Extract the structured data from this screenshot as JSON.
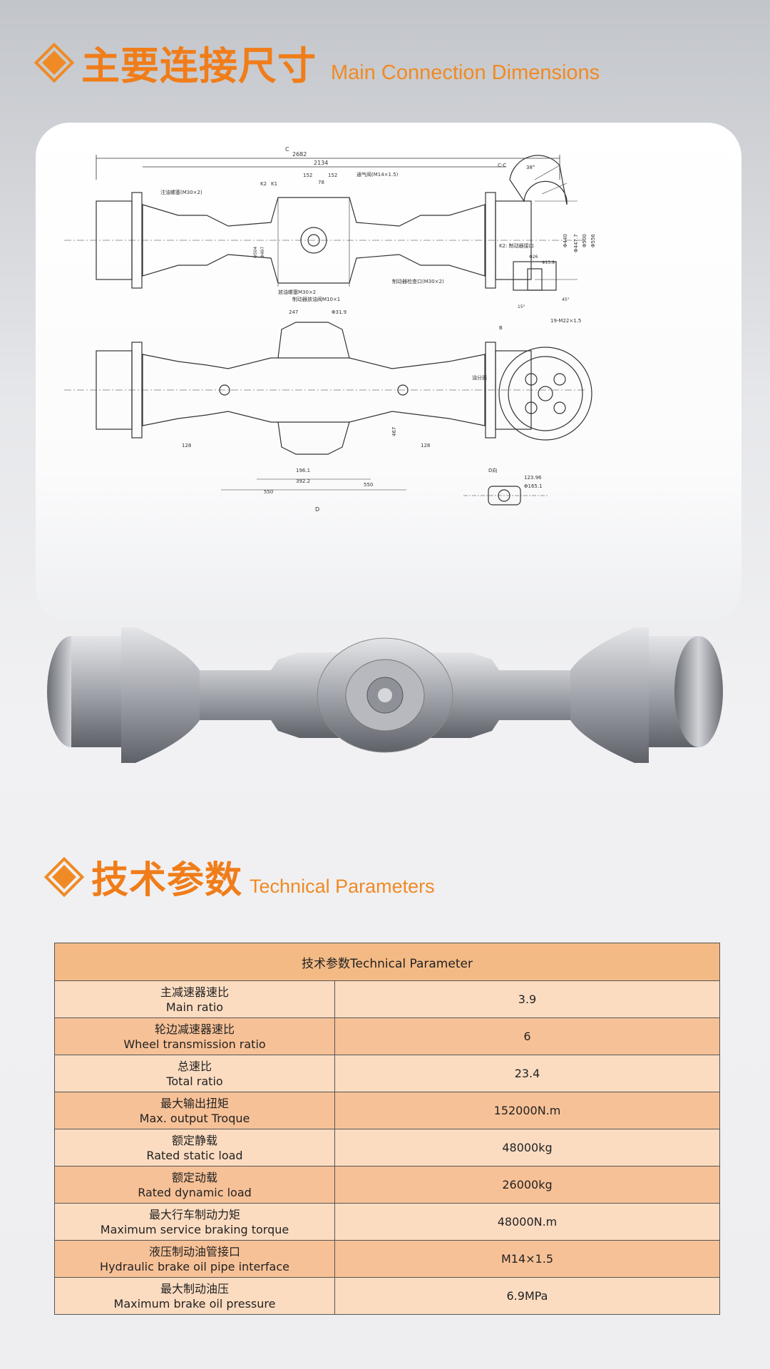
{
  "section1": {
    "title_cn": "主要连接尺寸",
    "title_en": "Main Connection Dimensions"
  },
  "drawing": {
    "dims_top": [
      "2682",
      "2134",
      "152",
      "152",
      "78"
    ],
    "labels": [
      "C",
      "C-C",
      "K1",
      "K2",
      "B",
      "D",
      "D向",
      "K2: 制动器接口",
      "注油螺塞(M30×2)",
      "放油螺塞M30×2",
      "通气阀(M14×1.5)",
      "制动器检查口(M30×2)",
      "制动器放油阀M10×1",
      "19-M22×1.5",
      "油分面"
    ],
    "dims_side": [
      "Φ440",
      "Φ447.7",
      "Φ500",
      "Φ556",
      "Φ504",
      "Φ497",
      "247",
      "Φ31.9",
      "128",
      "128",
      "550",
      "550",
      "392.2",
      "196.1",
      "467",
      "Φ165.1",
      "123.96",
      "Φ26",
      "Φ15.8",
      "45°",
      "15°",
      "38°"
    ]
  },
  "section2": {
    "title_cn": "技术参数",
    "title_en": "Technical Parameters"
  },
  "table": {
    "header": "技术参数Technical Parameter",
    "rows": [
      {
        "cn": "主减速器速比",
        "en": "Main ratio",
        "value": "3.9"
      },
      {
        "cn": "轮边减速器速比",
        "en": "Wheel transmission ratio",
        "value": "6"
      },
      {
        "cn": "总速比",
        "en": "Total ratio",
        "value": "23.4"
      },
      {
        "cn": "最大输出扭矩",
        "en": "Max. output Troque",
        "value": "152000N.m"
      },
      {
        "cn": "额定静载",
        "en": "Rated static load",
        "value": "48000kg"
      },
      {
        "cn": "额定动载",
        "en": "Rated dynamic load",
        "value": "26000kg"
      },
      {
        "cn": "最大行车制动力矩",
        "en": "Maximum service braking torque",
        "value": "48000N.m"
      },
      {
        "cn": "液压制动油管接口",
        "en": "Hydraulic brake oil pipe interface",
        "value": "M14×1.5"
      },
      {
        "cn": "最大制动油压",
        "en": "Maximum brake oil pressure",
        "value": "6.9MPa"
      }
    ]
  },
  "colors": {
    "accent": "#f08a24",
    "header_row": "#f4ba85",
    "row_light": "#fcdcc1",
    "row_dark": "#f7c197"
  }
}
